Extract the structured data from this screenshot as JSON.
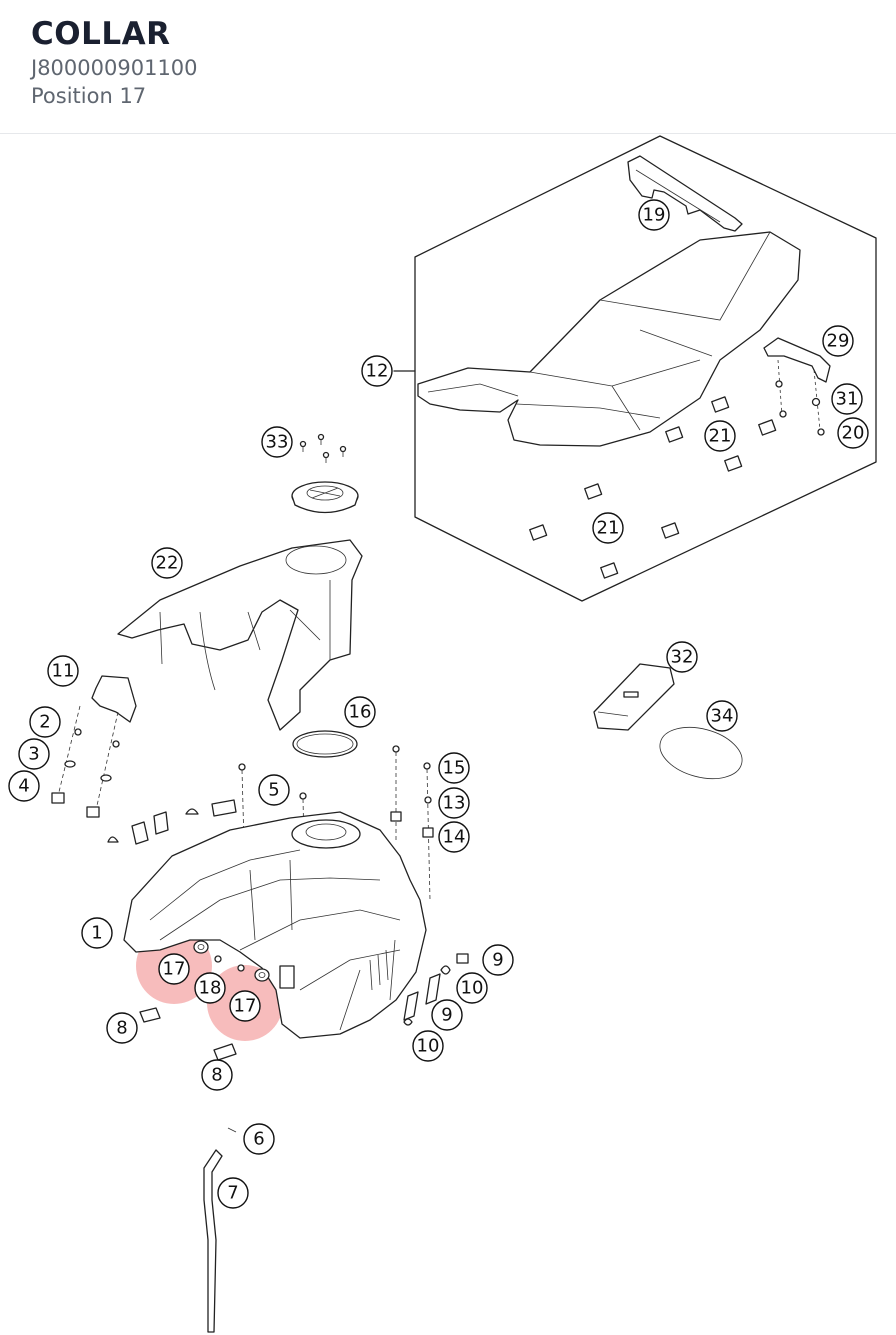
{
  "header": {
    "title": "COLLAR",
    "part_number": "J800000901100",
    "position": "Position 17"
  },
  "highlight": {
    "position": "17",
    "color": "#f4a6a6"
  },
  "callouts": [
    {
      "id": "c19",
      "label": "19"
    },
    {
      "id": "c12",
      "label": "12"
    },
    {
      "id": "c29",
      "label": "29"
    },
    {
      "id": "c31",
      "label": "31"
    },
    {
      "id": "c20",
      "label": "20"
    },
    {
      "id": "c21a",
      "label": "21"
    },
    {
      "id": "c21b",
      "label": "21"
    },
    {
      "id": "c33",
      "label": "33"
    },
    {
      "id": "c22",
      "label": "22"
    },
    {
      "id": "c11",
      "label": "11"
    },
    {
      "id": "c2",
      "label": "2"
    },
    {
      "id": "c3",
      "label": "3"
    },
    {
      "id": "c4",
      "label": "4"
    },
    {
      "id": "c16",
      "label": "16"
    },
    {
      "id": "c5",
      "label": "5"
    },
    {
      "id": "c15",
      "label": "15"
    },
    {
      "id": "c13",
      "label": "13"
    },
    {
      "id": "c14",
      "label": "14"
    },
    {
      "id": "c32",
      "label": "32"
    },
    {
      "id": "c34",
      "label": "34"
    },
    {
      "id": "c1",
      "label": "1"
    },
    {
      "id": "c17a",
      "label": "17"
    },
    {
      "id": "c18",
      "label": "18"
    },
    {
      "id": "c17b",
      "label": "17"
    },
    {
      "id": "c9a",
      "label": "9"
    },
    {
      "id": "c10a",
      "label": "10"
    },
    {
      "id": "c9b",
      "label": "9"
    },
    {
      "id": "c10b",
      "label": "10"
    },
    {
      "id": "c8a",
      "label": "8"
    },
    {
      "id": "c8b",
      "label": "8"
    },
    {
      "id": "c6",
      "label": "6"
    },
    {
      "id": "c7",
      "label": "7"
    }
  ]
}
